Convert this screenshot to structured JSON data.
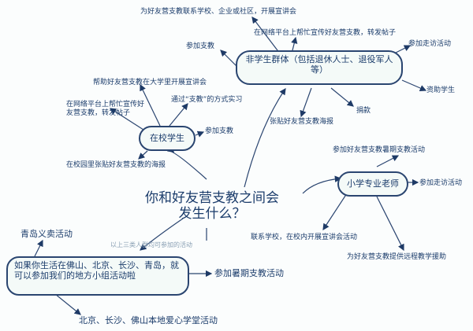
{
  "central": {
    "line1": "你和好友营支教之间会",
    "line2": "发生什么？"
  },
  "non_student": {
    "title": "非学生群体（包括退休人士、退役军人等）",
    "branches": [
      "为好友营支教联系学校、企业或社区，开展宣讲会",
      "在网络平台上帮忙宣传好友营支教，转发帖子",
      "参加支教",
      "参加走访活动",
      "资助学生",
      "捐款",
      "张贴好友营支教海报"
    ]
  },
  "student": {
    "title": "在校学生",
    "branches": [
      "帮助好友营支教在大学里开展宣讲会",
      "通过“支教”的方式实习",
      "在网络平台上帮忙宣传好友营支教，转发帖子",
      "参加支教",
      "在校园里张贴好友营支教的海报"
    ]
  },
  "teacher": {
    "title": "小学专业老师",
    "branches": [
      "参加好友营支教暑期支教活动",
      "参加走访活动",
      "联系学校，在校内开展宣讲会活动",
      "为好友营支教提供远程教学援助"
    ]
  },
  "local": {
    "title": "如果你生活在佛山、北京、长沙、青岛，就可以参加我们的地方小组活动啦",
    "branches": [
      "青岛义卖活动",
      "参加暑期支教活动",
      "北京、长沙、佛山本地爱心学堂活动"
    ]
  },
  "note": "以上三类人群均可参加的活动"
}
